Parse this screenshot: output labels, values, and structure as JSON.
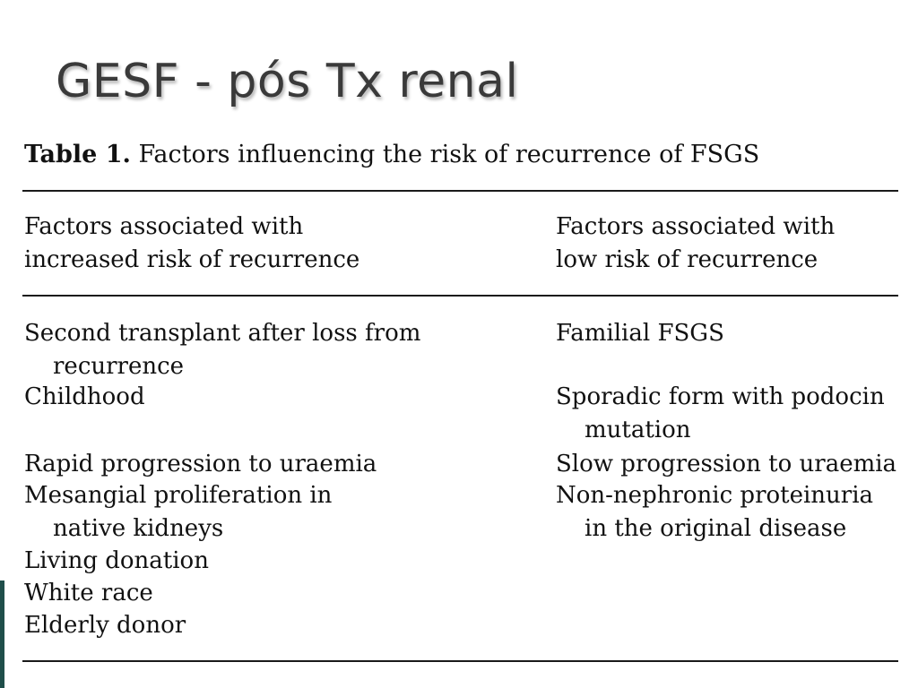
{
  "slide": {
    "title": "GESF - pós Tx renal"
  },
  "table": {
    "caption_label": "Table 1.",
    "caption_text": "Factors influencing the risk of recurrence of FSGS",
    "columns": [
      {
        "header_line1": "Factors associated with",
        "header_line2": "increased risk of recurrence"
      },
      {
        "header_line1": "Factors associated with",
        "header_line2": "low risk of recurrence"
      }
    ],
    "left_items": [
      {
        "line1": "Second transplant after loss from",
        "line2": "recurrence"
      },
      {
        "line1": "Childhood",
        "line2": ""
      },
      {
        "line1": "Rapid progression to uraemia",
        "line2": ""
      },
      {
        "line1": "Mesangial proliferation in",
        "line2": "native kidneys"
      },
      {
        "line1": "Living donation",
        "line2": ""
      },
      {
        "line1": "White race",
        "line2": ""
      },
      {
        "line1": "Elderly donor",
        "line2": ""
      }
    ],
    "right_items": [
      {
        "line1": "Familial FSGS",
        "line2": ""
      },
      {
        "line1": "Sporadic form with podocin",
        "line2": "mutation"
      },
      {
        "line1": "Slow progression to uraemia",
        "line2": ""
      },
      {
        "line1": "Non-nephronic proteinuria",
        "line2": "in the original disease"
      }
    ]
  },
  "colors": {
    "accent_bar": "#1f4e4a",
    "title_text": "#3a3a3a",
    "body_text": "#111111"
  }
}
